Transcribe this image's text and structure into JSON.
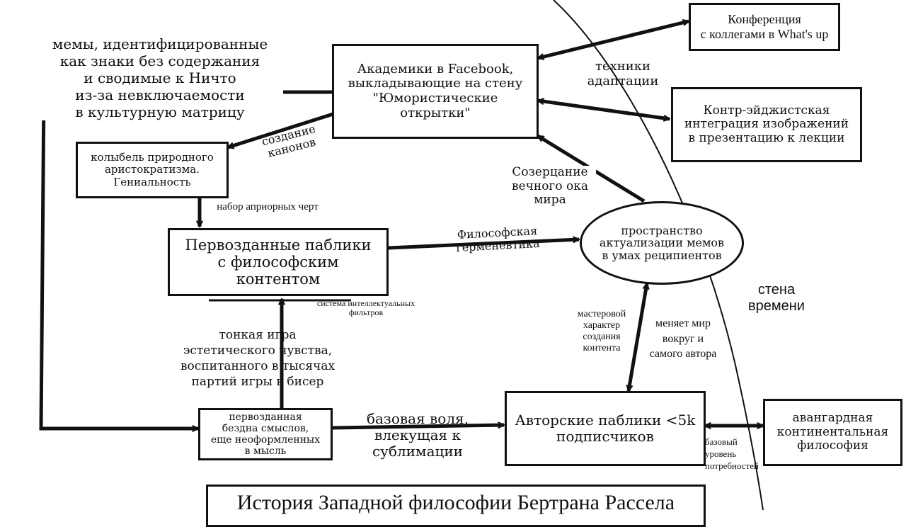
{
  "nodes": {
    "conference": "Конференция\nс коллегами в What's up",
    "academics": "Академики в Facebook,\nвыкладывающие на стену\n\"Юмористические\nоткрытки\"",
    "counter_ageist": "Контр-эйджистская\nинтеграция изображений\nв презентацию к лекции",
    "cradle": "колыбель природного\nаристократизма.\nГениальность",
    "primordial_publics": "Первозданные паблики\nс философским\nконтентом",
    "meme_space": "пространство\nактуализации мемов\nв умах реципиентов",
    "abyss": "первозданная\nбездна смыслов,\nеще неоформленных\nв мысль",
    "author_publics": "Авторские паблики <5k\nподписчиков",
    "avant_garde": "авангардная\nконтинентальная\nфилософия",
    "russell": "История Западной философии Бертрана Рассела"
  },
  "labels": {
    "memes": "мемы, идентифицированные\nкак знаки без содержания\nи сводимые к Ничто\nиз-за невключаемости\nв культурную матрицу",
    "adaptation": "техники\nадаптации",
    "canons": "создание\nканонов",
    "apriori": "набор априорных черт",
    "contemplation": "Созерцание\nвечного ока\nмира",
    "hermeneutics": "Философская\nгерменевтика",
    "filters": "система интеллектуальных\nфильтров",
    "wall_of_time": "стена\nвремени",
    "subtle_game": "тонкая игра\nэстетического чувства,\nвоспитанного в тысячах\nпартий игры в бисер",
    "craft": "мастеровой\nхарактер\nсоздания\nконтента",
    "changes_world": "меняет мир\nвокруг и\nсамого автора",
    "base_will": "базовая воля,\nвлекущая к\nсублимации",
    "base_needs": "базовый\nуровень\nпотребностей"
  }
}
